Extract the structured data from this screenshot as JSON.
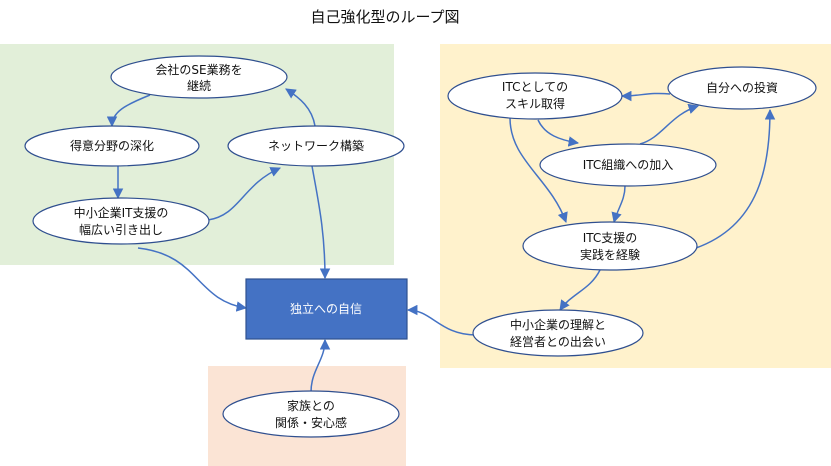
{
  "title": "自己強化型のループ図",
  "colors": {
    "panel_green": "#e2efd9",
    "panel_yellow": "#fff2cc",
    "panel_peach": "#fbe4d5",
    "center_fill": "#4472c4",
    "arrow": "#4472c4"
  },
  "nodes": {
    "se_work": [
      "会社のSE業務を",
      "継続"
    ],
    "deepen": [
      "得意分野の深化"
    ],
    "network": [
      "ネットワーク構築"
    ],
    "sme_support": [
      "中小企業IT支援の",
      "幅広い引き出し"
    ],
    "itc_skill": [
      "ITCとしての",
      "スキル取得"
    ],
    "invest": [
      "自分への投資"
    ],
    "itc_org": [
      "ITC組織への加入"
    ],
    "itc_practice": [
      "ITC支援の",
      "実践を経験"
    ],
    "sme_understand": [
      "中小企業の理解と",
      "経営者との出会い"
    ],
    "family": [
      "家族との",
      "関係・安心感"
    ],
    "center": [
      "独立への自信"
    ]
  }
}
